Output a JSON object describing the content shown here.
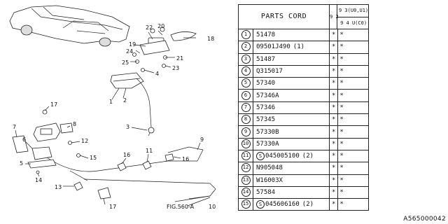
{
  "table": {
    "header": {
      "title": "PARTS CORD",
      "variant_col": "9 2",
      "col_b_top": "9 3(U0,U1)",
      "col_b_bottom": "9 4 U(C0)"
    },
    "rows": [
      {
        "num": "1",
        "code": "51478",
        "prefix": "",
        "qty": "",
        "a": "*",
        "b": "*"
      },
      {
        "num": "2",
        "code": "09501J490",
        "prefix": "",
        "qty": "(1)",
        "a": "*",
        "b": "*"
      },
      {
        "num": "3",
        "code": "51487",
        "prefix": "",
        "qty": "",
        "a": "*",
        "b": "*"
      },
      {
        "num": "4",
        "code": "Q315017",
        "prefix": "",
        "qty": "",
        "a": "*",
        "b": "*"
      },
      {
        "num": "5",
        "code": "57340",
        "prefix": "",
        "qty": "",
        "a": "*",
        "b": "*"
      },
      {
        "num": "6",
        "code": "57346A",
        "prefix": "",
        "qty": "",
        "a": "*",
        "b": "*"
      },
      {
        "num": "7",
        "code": "57346",
        "prefix": "",
        "qty": "",
        "a": "*",
        "b": "*"
      },
      {
        "num": "8",
        "code": "57345",
        "prefix": "",
        "qty": "",
        "a": "*",
        "b": "*"
      },
      {
        "num": "9",
        "code": "57330B",
        "prefix": "",
        "qty": "",
        "a": "*",
        "b": "*"
      },
      {
        "num": "10",
        "code": "57330A",
        "prefix": "",
        "qty": "",
        "a": "*",
        "b": "*"
      },
      {
        "num": "11",
        "code": "045005100",
        "prefix": "S",
        "qty": "(2)",
        "a": "*",
        "b": "*"
      },
      {
        "num": "12",
        "code": "N905048",
        "prefix": "",
        "qty": "",
        "a": "*",
        "b": "*"
      },
      {
        "num": "13",
        "code": "W16003X",
        "prefix": "",
        "qty": "",
        "a": "*",
        "b": "*"
      },
      {
        "num": "14",
        "code": "57584",
        "prefix": "",
        "qty": "",
        "a": "*",
        "b": "*"
      },
      {
        "num": "15",
        "code": "045606160",
        "prefix": "S",
        "qty": "(2)",
        "a": "*",
        "b": "*"
      }
    ]
  },
  "diagram": {
    "callouts": {
      "c1": "1",
      "c2": "2",
      "c3": "3",
      "c4": "4",
      "c5": "5",
      "c6": "6",
      "c7": "7",
      "c8": "8",
      "c9": "9",
      "c10": "10",
      "c11": "11",
      "c12": "12",
      "c13": "13",
      "c14": "14",
      "c15": "15",
      "c16a": "16",
      "c16b": "16",
      "c17a": "17",
      "c17b": "17",
      "c18": "18",
      "c19": "19",
      "c20": "20",
      "c21": "21",
      "c22": "22",
      "c23": "23",
      "c24": "24",
      "c25": "25"
    },
    "fig_ref": "FIG.560-A"
  },
  "figure_id": "A565000042"
}
